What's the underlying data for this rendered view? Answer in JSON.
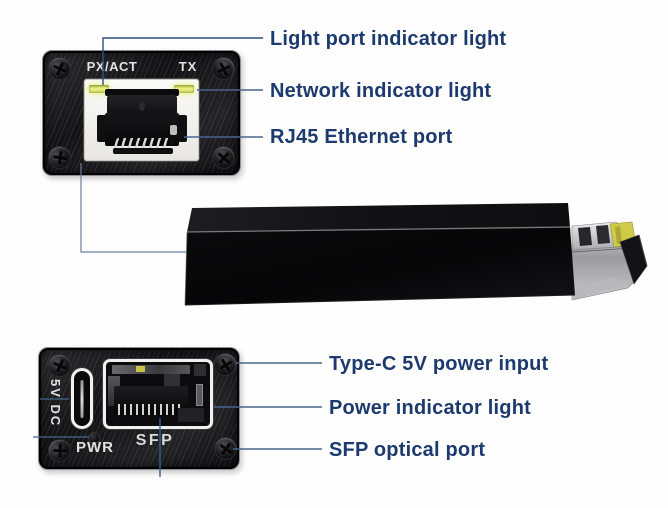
{
  "figure": {
    "type": "hardware-callout-diagram",
    "subject": "SFP fiber media converter with RJ45 and Type-C power"
  },
  "annotations": {
    "top": [
      "Light port indicator light",
      "Network indicator light",
      "RJ45 Ethernet port"
    ],
    "bottom": [
      "Type-C 5V power input",
      "Power indicator light",
      "SFP optical port"
    ]
  },
  "top_panel": {
    "label_left": "PX/ACT",
    "label_right": "TX"
  },
  "bottom_panel": {
    "typec_label": "5V DC",
    "pwr_label": "PWR",
    "sfp_label": "SFP"
  },
  "colors": {
    "label_text": "#1c3a6e",
    "leader_line": "#49648e",
    "leader_line_dark": "#2e4d85",
    "led_on": "#e0ea74",
    "panel_metal": "#1a1a1c",
    "device_body": "#0b0b0d",
    "sfp_module_silver": "#c4c4c8",
    "sfp_tip_yellow": "#cfca48",
    "background": "#fefefe"
  }
}
